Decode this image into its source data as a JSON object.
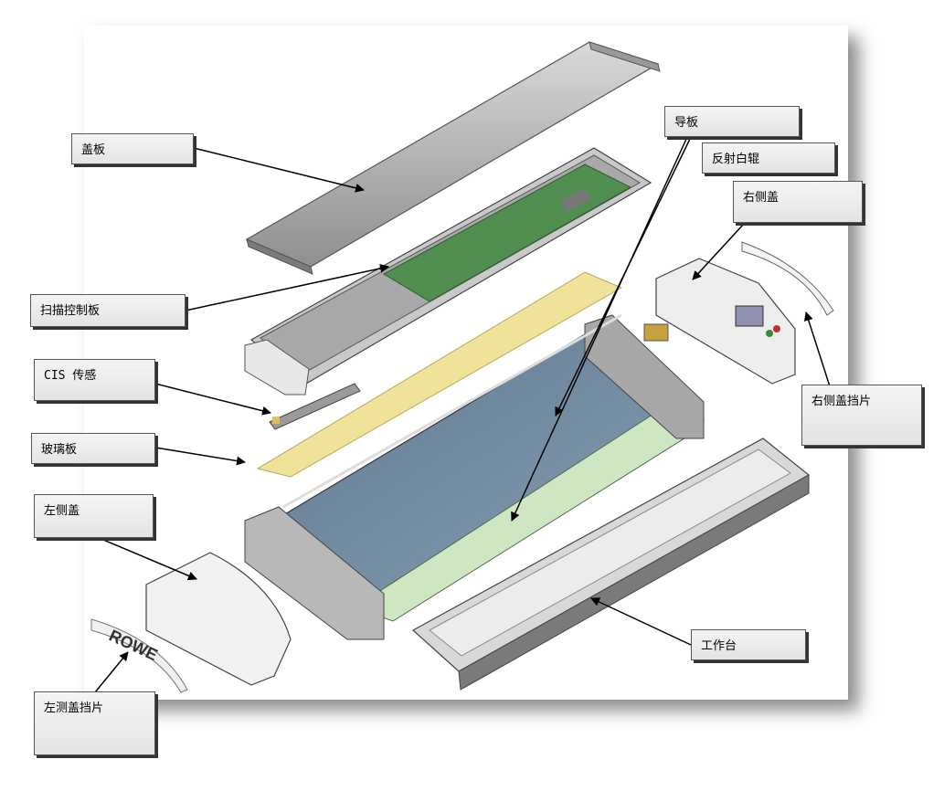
{
  "labels": {
    "cover": "盖板",
    "scan_board": "扫描控制板",
    "cis_sensor": "CIS 传感",
    "glass_plate": "玻璃板",
    "left_cover": "左侧盖",
    "left_cover_flap": "左测盖挡片",
    "guide_plate": "导板",
    "white_roller": "反射白辊",
    "right_cover": "右侧盖",
    "right_cover_flap": "右侧盖挡片",
    "worktable": "工作台"
  },
  "brand_logo": "ROWE",
  "colors": {
    "metal_gray": "#b8b8b8",
    "glass_yellow": "#efe39a",
    "frame_blue": "#6f8aa0",
    "green_tray": "#cfe6c2",
    "board_green": "#3f8a3f"
  }
}
